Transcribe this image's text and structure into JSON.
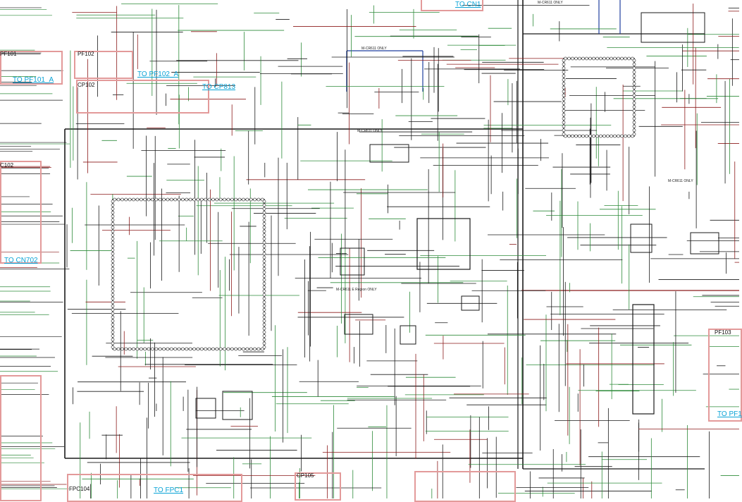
{
  "connector_links": {
    "to_cn1": "TO CN1",
    "to_pf101_a": "TO PF101_A",
    "to_pf102_a": "TO PF102_A",
    "to_cp813": "TO CP813",
    "to_cn702": "TO CN702",
    "to_fpc1": "TO    FPC1",
    "to_pf1_partial": "TO PF1"
  },
  "connector_refs": {
    "pf101": "PF101",
    "pf102": "PF102",
    "cp102": "CP102",
    "c102": "C102",
    "pf103": "PF103",
    "fpc104": "FPC104",
    "cp105": "CP105"
  },
  "notes": {
    "mcr611_only_1": "M-CR611 ONLY",
    "mcr611_only_2": "M-CR611 ONLY",
    "mcr611_only_3": "M-CR611 ONLY",
    "mcr611_only_4": "M-CR611 ONLY",
    "mcr611_region": "M-CR611 E Region ONLY"
  },
  "colors": {
    "wire_black": "#1a1a1a",
    "wire_green": "#2e8b3a",
    "wire_darkred": "#8b1a1a",
    "wire_blue": "#1f3f9e",
    "connector_box": "#e39a9a",
    "link_cyan": "#0aa3d6"
  }
}
